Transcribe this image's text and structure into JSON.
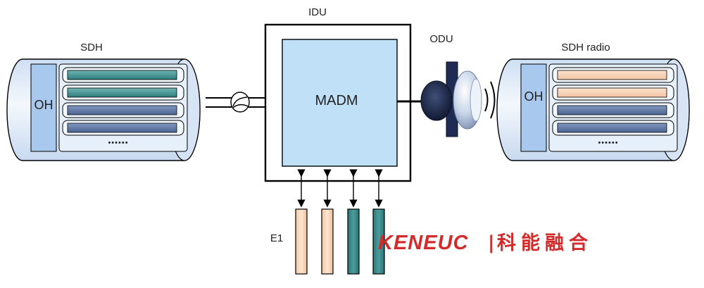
{
  "labels": {
    "sdh": "SDH",
    "idu": "IDU",
    "odu": "ODU",
    "sdh_radio": "SDH radio",
    "oh_left": "OH",
    "oh_right": "OH",
    "madm": "MADM",
    "dots_left": "••••••",
    "dots_right": "••••••",
    "e1": "E1"
  },
  "watermark": {
    "latin": "KENEUC",
    "separator": "|",
    "chinese": "科能融合",
    "color": "#d42a2a"
  },
  "colors": {
    "outline": "#000000",
    "tube_fill": "#dfeaf8",
    "oh_panel": "#a9c8ee",
    "slot_frame": "#e6f0fb",
    "teal": "#3a8c8c",
    "slate": "#5c75a2",
    "peach": "#f7ceb0",
    "madm_fill": "#bfe0f7"
  },
  "left_tube_slots": [
    "teal",
    "teal",
    "slate",
    "slate"
  ],
  "right_tube_slots": [
    "peach",
    "peach",
    "slate",
    "slate"
  ],
  "e1_bars": [
    "peach",
    "peach",
    "teal",
    "teal"
  ]
}
